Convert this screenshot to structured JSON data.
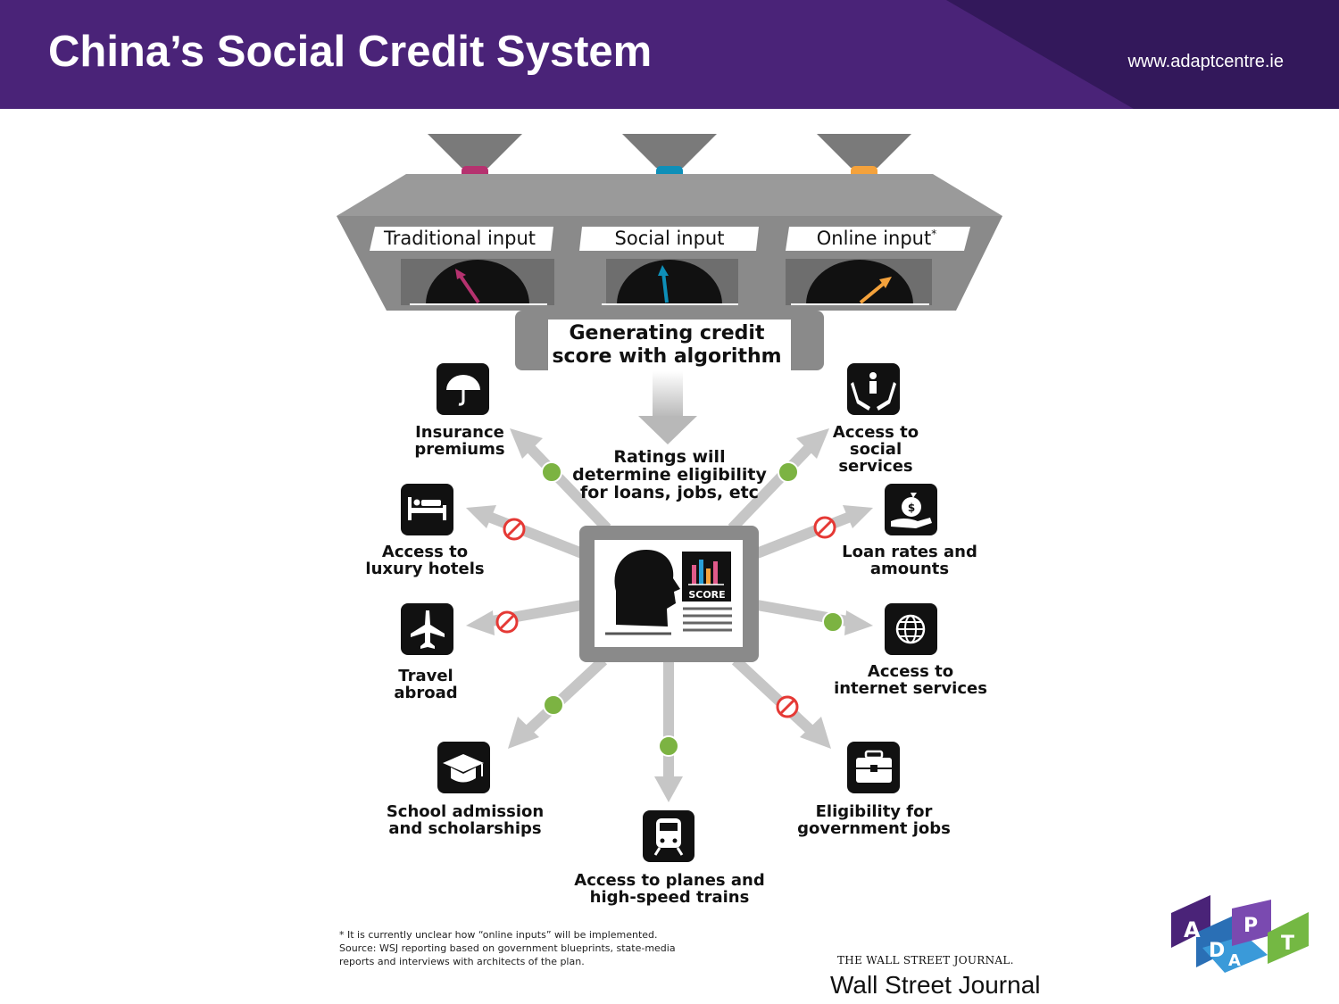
{
  "header": {
    "title": "China’s Social Credit System",
    "url": "www.adaptcentre.ie"
  },
  "inputs": [
    {
      "label": "Traditional input",
      "color": "#b5326f",
      "mark": ""
    },
    {
      "label": "Social input",
      "color": "#0e8fb8",
      "mark": ""
    },
    {
      "label": "Online input",
      "color": "#f4a23c",
      "mark": "*"
    }
  ],
  "algorithm_label": "Generating credit\nscore with algorithm",
  "center_note": "Ratings will\ndetermine eligibility\nfor loans, jobs, etc",
  "profile_card": {
    "score_label": "SCORE"
  },
  "outcomes": [
    {
      "label": "Insurance\npremiums",
      "icon": "umbrella-icon",
      "status": "allowed"
    },
    {
      "label": "Access to\nsocial\nservices",
      "icon": "social-services-icon",
      "status": "allowed"
    },
    {
      "label": "Access to\nluxury hotels",
      "icon": "hotel-bed-icon",
      "status": "blocked"
    },
    {
      "label": "Loan rates and\namounts",
      "icon": "money-bag-icon",
      "status": "blocked"
    },
    {
      "label": "Travel\nabroad",
      "icon": "airplane-icon",
      "status": "blocked"
    },
    {
      "label": "Access to\ninternet services",
      "icon": "globe-icon",
      "status": "allowed"
    },
    {
      "label": "School admission\nand scholarships",
      "icon": "graduation-cap-icon",
      "status": "allowed"
    },
    {
      "label": "Access to planes and\nhigh-speed trains",
      "icon": "train-icon",
      "status": "allowed"
    },
    {
      "label": "Eligibility for\ngovernment jobs",
      "icon": "briefcase-icon",
      "status": "blocked"
    }
  ],
  "footnote": "* It is currently unclear how “online inputs” will be implemented.\nSource: WSJ reporting based on government blueprints, state-media\nreports and interviews with architects of the plan.",
  "source": {
    "masthead": "THE WALL STREET JOURNAL.",
    "credit": "Wall Street Journal"
  },
  "logo": {
    "letters": [
      "A",
      "D",
      "P",
      "T",
      "A"
    ]
  },
  "colors": {
    "header_bg": "#4a2378",
    "machine_gray": "#8a8a8a",
    "arrow_gray": "#c6c6c6",
    "allowed_dot": "#7cb342",
    "blocked_sign": "#e53935"
  }
}
